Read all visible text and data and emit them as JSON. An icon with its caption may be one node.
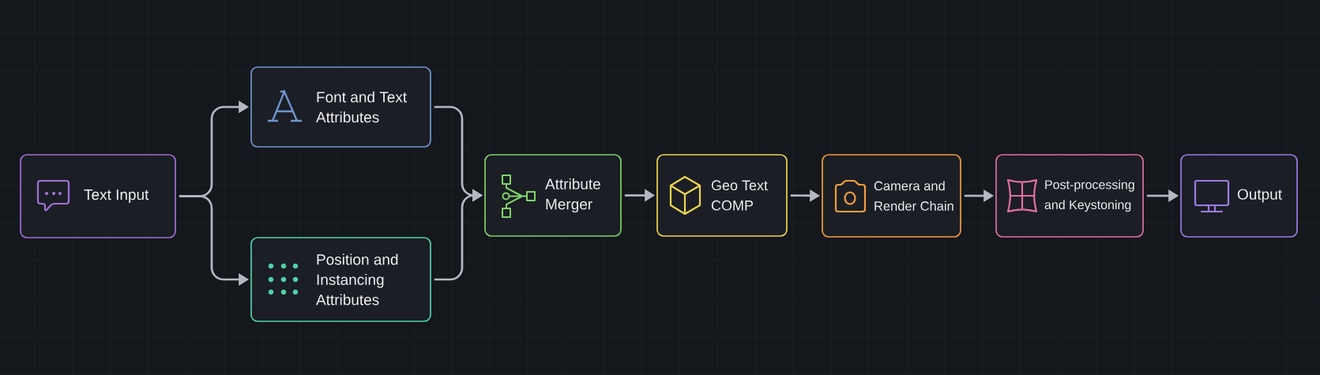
{
  "diagram": {
    "nodes": [
      {
        "text": [
          "Text Input"
        ]
      },
      {
        "text": [
          "Font and Text Attributes"
        ]
      },
      {
        "text": [
          "Position and Instancing Attributes"
        ]
      },
      {
        "text": [
          "Attribute Merger"
        ]
      },
      {
        "text": [
          "Geo Text COMP"
        ]
      },
      {
        "text": [
          "Camera and Render Chain"
        ]
      },
      {
        "text": [
          "Post-processing and Keystoning"
        ]
      },
      {
        "text": [
          "Output"
        ]
      }
    ],
    "edges": [
      {
        "from": 0,
        "to": 1,
        "arrow": "to"
      },
      {
        "from": 0,
        "to": 2,
        "arrow": "to"
      },
      {
        "from": 1,
        "to": 3,
        "arrow": "to"
      },
      {
        "from": 2,
        "to": 3,
        "arrow": "to"
      },
      {
        "from": 3,
        "to": 4,
        "arrow": "to"
      },
      {
        "from": 4,
        "to": 5,
        "arrow": "to"
      },
      {
        "from": 5,
        "to": 6,
        "arrow": "to"
      },
      {
        "from": 6,
        "to": 7,
        "arrow": "to"
      }
    ]
  }
}
